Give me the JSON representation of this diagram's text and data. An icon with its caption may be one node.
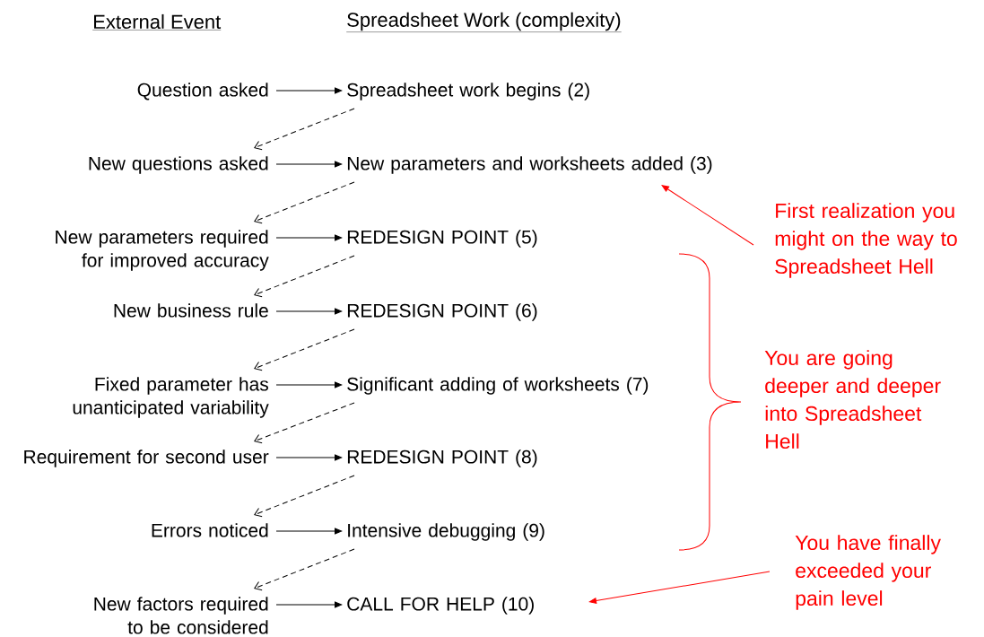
{
  "diagram": {
    "nodes": [
      {
        "text": [
          "Question asked"
        ]
      },
      {
        "text": [
          "Spreadsheet work begins (2)"
        ]
      },
      {
        "text": [
          "New questions asked"
        ]
      },
      {
        "text": [
          "New parameters and worksheets added (3)"
        ]
      },
      {
        "text": [
          "New parameters required for improved accuracy"
        ]
      },
      {
        "text": [
          "REDESIGN POINT (5)"
        ]
      },
      {
        "text": [
          "New business rule"
        ]
      },
      {
        "text": [
          "REDESIGN POINT (6)"
        ]
      },
      {
        "text": [
          "Fixed parameter has unanticipated variability"
        ]
      },
      {
        "text": [
          "Significant adding of worksheets (7)"
        ]
      },
      {
        "text": [
          "Requirement for second user"
        ]
      },
      {
        "text": [
          "REDESIGN POINT (8)"
        ]
      },
      {
        "text": [
          "Errors noticed"
        ]
      },
      {
        "text": [
          "Intensive debugging (9)"
        ]
      },
      {
        "text": [
          "New factors required to be considered"
        ]
      },
      {
        "text": [
          "CALL FOR HELP (10)"
        ]
      },
      {
        "text": [
          "First realization you might on the way to Spreadsheet Hell"
        ]
      },
      {
        "text": [
          "You are going deeper and deeper into Spreadsheet Hell"
        ]
      },
      {
        "text": [
          "You have finally exceeded your pain level"
        ]
      }
    ],
    "edges": [
      {
        "from": 0,
        "to": 1,
        "arrow": "to"
      },
      {
        "from": 1,
        "to": 2,
        "arrow": "to",
        "style": "dashed"
      },
      {
        "from": 2,
        "to": 3,
        "arrow": "to"
      },
      {
        "from": 3,
        "to": 4,
        "arrow": "to",
        "style": "dashed"
      },
      {
        "from": 4,
        "to": 5,
        "arrow": "to"
      },
      {
        "from": 5,
        "to": 6,
        "arrow": "to",
        "style": "dashed"
      },
      {
        "from": 6,
        "to": 7,
        "arrow": "to"
      },
      {
        "from": 7,
        "to": 8,
        "arrow": "to",
        "style": "dashed"
      },
      {
        "from": 8,
        "to": 9,
        "arrow": "to"
      },
      {
        "from": 9,
        "to": 10,
        "arrow": "to",
        "style": "dashed"
      },
      {
        "from": 10,
        "to": 11,
        "arrow": "to"
      },
      {
        "from": 11,
        "to": 12,
        "arrow": "to",
        "style": "dashed"
      },
      {
        "from": 12,
        "to": 13,
        "arrow": "to"
      },
      {
        "from": 13,
        "to": 14,
        "arrow": "to",
        "style": "dashed"
      },
      {
        "from": 14,
        "to": 15,
        "arrow": "to"
      },
      {
        "from": 16,
        "to": 3,
        "arrow": "to",
        "color": "#ff0000"
      },
      {
        "from": 18,
        "to": 15,
        "arrow": "to",
        "color": "#ff0000"
      }
    ],
    "labels": [
      "External Event",
      "Spreadsheet Work (complexity)"
    ]
  }
}
